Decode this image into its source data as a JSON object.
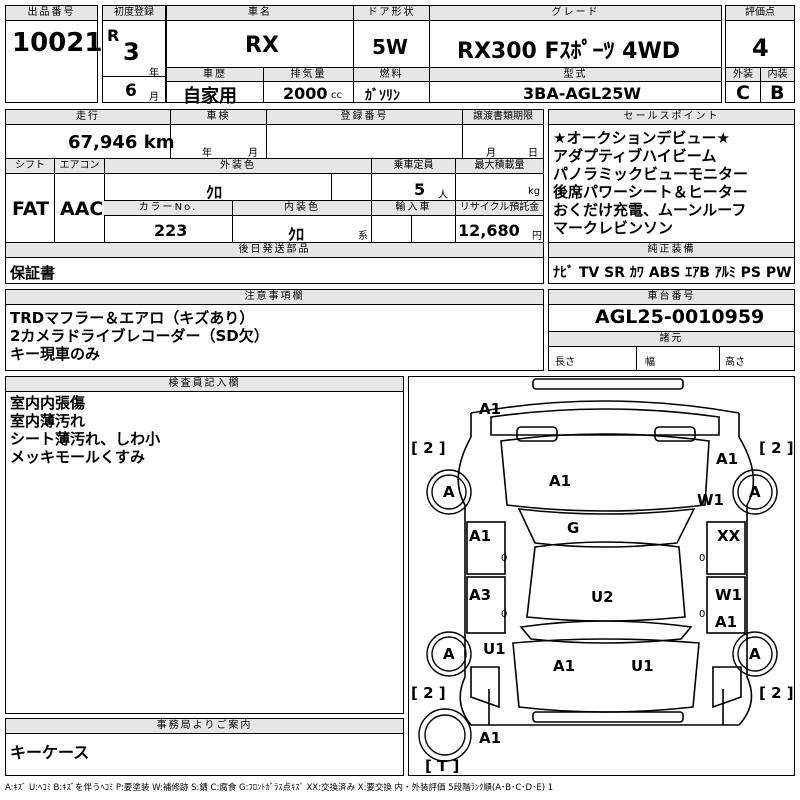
{
  "lot": {
    "label": "出品番号",
    "value": "10021"
  },
  "first_reg": {
    "label": "初度登録",
    "era": "R",
    "year": "3",
    "year_unit": "年",
    "month": "6",
    "month_unit": "月"
  },
  "car_name": {
    "label": "車名",
    "value": "RX"
  },
  "door": {
    "label": "ドア形状",
    "value": "5W"
  },
  "grade": {
    "label": "グレード",
    "value": "RX300 Fｽﾎﾟｰﾂ 4WD"
  },
  "score": {
    "label": "評価点",
    "value": "4"
  },
  "history": {
    "label": "車歴",
    "value": "自家用"
  },
  "displacement": {
    "label": "排気量",
    "value": "2000",
    "unit": "cc"
  },
  "fuel": {
    "label": "燃料",
    "value": "ｶﾞｿﾘﾝ"
  },
  "model": {
    "label": "型式",
    "value": "3BA-AGL25W"
  },
  "exterior_grade": {
    "label": "外装",
    "value": "C"
  },
  "interior_grade": {
    "label": "内装",
    "value": "B"
  },
  "mileage": {
    "label": "走行",
    "value": "67,946 km"
  },
  "inspection": {
    "label": "車検",
    "year": "年",
    "month": "月"
  },
  "reg_no": {
    "label": "登録番号"
  },
  "transfer_deadline": {
    "label": "譲渡書類期限",
    "month": "月",
    "day": "日"
  },
  "shift": {
    "label": "シフト",
    "value": "FAT"
  },
  "aircon": {
    "label": "エアコン",
    "value": "AAC"
  },
  "ext_color": {
    "label": "外装色",
    "value": "ｸﾛ"
  },
  "capacity": {
    "label": "乗車定員",
    "value": "5",
    "unit": "人"
  },
  "max_load": {
    "label": "最大積載量",
    "unit": "kg"
  },
  "color_no": {
    "label": "カラーNo.",
    "value": "223"
  },
  "int_color": {
    "label": "内装色",
    "value": "ｸﾛ",
    "suffix": "系"
  },
  "import": {
    "label": "輸入車"
  },
  "recycle": {
    "label": "リサイクル預託金",
    "value": "12,680",
    "unit": "円"
  },
  "later_parts": {
    "label": "後日発送部品",
    "value": "保証書"
  },
  "sales_points": {
    "label": "セールスポイント",
    "items": [
      "★オークションデビュー★",
      "アダプティブハイビーム",
      "パノラミックビューモニター",
      "後席パワーシート＆ヒーター",
      "おくだけ充電、ムーンルーフ",
      "マークレビンソン"
    ]
  },
  "equipment": {
    "label": "純正装備",
    "value": "ﾅﾋﾞ TV SR ｶﾜ ABS ｴｱB ｱﾙﾐ PS PW"
  },
  "notes": {
    "label": "注意事項欄",
    "items": [
      "TRDマフラー＆エアロ（キズあり）",
      "2カメラドライブレコーダー（SD欠）",
      "キー現車のみ"
    ]
  },
  "chassis": {
    "label": "車台番号",
    "value": "AGL25-0010959"
  },
  "specs": {
    "label": "諸元",
    "length": "長さ",
    "width": "幅",
    "height": "高さ"
  },
  "inspector": {
    "label": "検査員記入欄",
    "items": [
      "室内内張傷",
      "室内薄汚れ",
      "シート薄汚れ、しわ小",
      "メッキモールくすみ"
    ]
  },
  "office": {
    "label": "事務局よりご案内",
    "value": "キーケース"
  },
  "diagram": {
    "marks": {
      "front_top": "A1",
      "hood": "A1",
      "fender_r": "A1",
      "wheel_r": "W1",
      "roof": "G",
      "door_fl": "A1",
      "door_fr": "XX",
      "door_rl": "A3",
      "door_rr": "W1",
      "door_rr2": "A1",
      "cargo": "U2",
      "quarter_l": "U1",
      "tail_l": "A1",
      "tail_r": "U1",
      "rear_bottom": "A1",
      "tire_fl": "A",
      "tire_fr": "A",
      "tire_rl": "A",
      "tire_rr": "A",
      "zero": "0"
    },
    "tread_fl": "[ 2 ]",
    "tread_fr": "[ 2 ]",
    "tread_rl": "[ 2 ]",
    "tread_rr": "[ 2 ]",
    "spare": "[ T ]"
  },
  "legend": "A:ｷｽﾞ U:ﾍｺﾐ B:ｷｽﾞを伴うﾍｺﾐ P:要塗装 W:補修跡 S:錆 C:腐食 G:ﾌﾛﾝﾄｶﾞﾗｽ点ｷｽﾞ XX:交換済み X:要交換 内・外装評価 5段階ﾗﾝｸ順(A･B･C･D･E) 1"
}
